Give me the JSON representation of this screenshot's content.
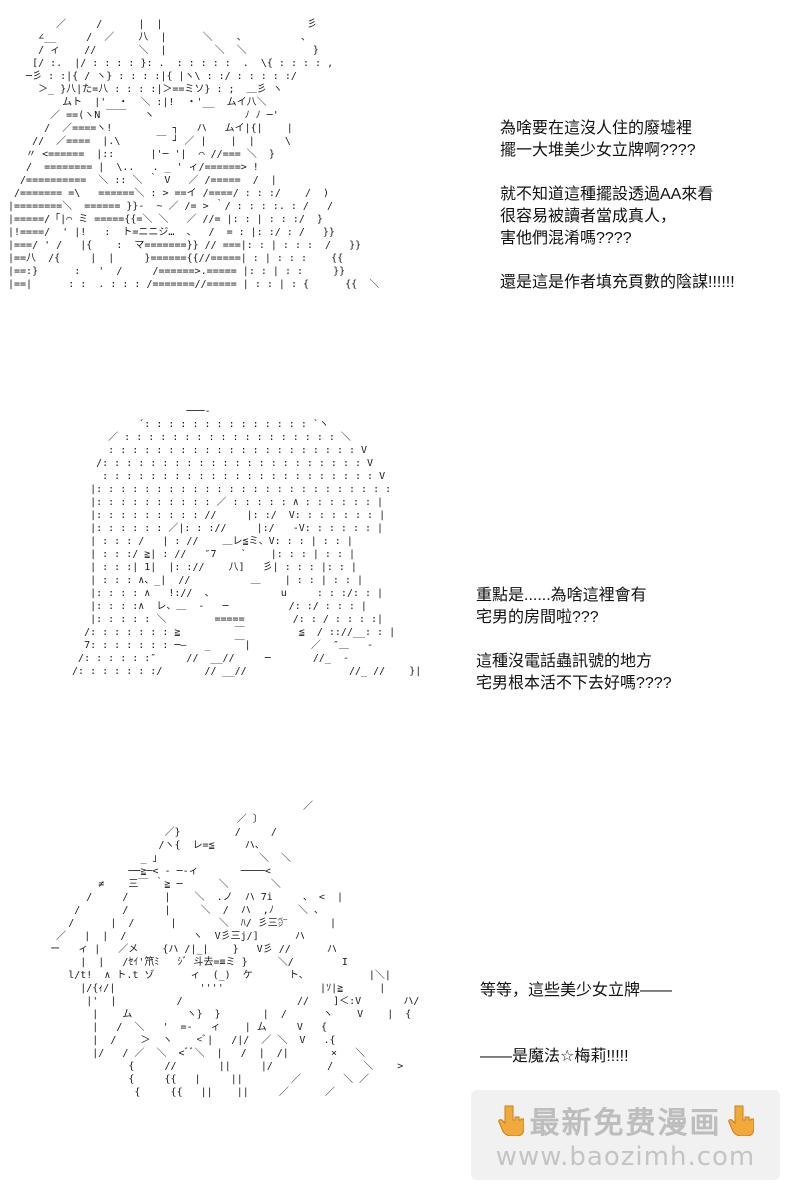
{
  "panels": [
    {
      "art": "        ／     /      |  |                        彡\n     ∠__     /  ／    八  |      ＼    、         、\n     / ィ    //       ＼  |        ＼  ＼           }\n    [/ :.  |/ : : : : }: .  : : : : :  .  \\{ : : : : ,\n   ─彡 : :|{ / ヽ} : : : :|{ |ヽ\\ : :/ : : : : :/\n     ＞_ }八|た=八 : : : :|＞==ミソ} : ;  ＿彡 ヽ\n         ムト  |'  ・  ＼ :|!  ・'__  ムイ八＼\n       ／ ==(ヽN ￣￣   ヽ               ﾉ ﾉ ─'\n      /  ／====ヽ!          ┐   ハ   ムイ|{|    |\n    //  ／====  |.\\      ￣ ┘ ／ |    |  |     \\\n   〃 <======  |::      |'─ '|  ⌒ //=== ＼  }\n   /  ======== |  \\..   . _ ' ィ/======> !\n  /==========  ＼ :: ＼ ｀ V   ／ /=====  /  |\n /======= =\\   ======＼ : > ==イ /====/ : : :/    /  )\n|========＼  ====== }}-  ~ ／ /= > ｀/ : : : :. : /   /\n|=====/「|⌒ ミ ====={{=＼ ＼   ／ //= |: : | : : :/  }\n|!====/  ' |!   :  ト=ニニジ…  、  /  = : |: :/ : /   }}\n|===/ ' /   |{    :  マ=======}} // ===|: : | : : :  /   }}\n|==八  /{     |  |     }======{{//=====| : | : : :    {{\n|==:}      :   '  /     /======>.===== |: : | : :     }}\n|==|      : :  . : : : /=======//===== | : : | : {      {{  ＼",
      "captions": [
        "為啥要在這沒人住的廢墟裡",
        "擺一大堆美少女立牌啊????",
        "",
        "就不知道這種擺設透過AA來看",
        "很容易被讀者當成真人，",
        "害他們混淆嗎????",
        "",
        "還是這是作者填充頁數的陰謀!!!!!!"
      ]
    },
    {
      "art": "                     ───-\n             ´: : : : : : : : : : : : : : `ヽ\n        ／ : : : : : : : : : : : : : : : : : : ＼\n        : : : : : : : : : : : : : : : : : : : : : V\n      /: : : : : : : : : : : : : : : : : : : : : : V\n       : : : : : : : : : : : : : : : : : : : : : : : V\n     |: : : : : : : : : : : : : : : : : : : : : : : : :\n     |: : : : : : : : : : ／ : : : : : ∧ : : : : : : |\n     |: : : : : : : : : //     |: :/  V: : : : : : : |\n     |: : : : : : ／|: : ://     |:/   -V: : : : : : |\n     | : : : /   | : //    ＿レ≦ミ、V: : : | : : |\n     | : : :/ ≧| : //   ″7    `    |: : : | : : |\n     | : : :| 1|  |: ://    八]   彡| : : : |: : |\n     | : : : ∧、_|  //          ＿    | : : | : : |\n     |: : : : ∧   !://  、           u     : : :/: : |\n     |: : : :∧  レ、＿  -   ─          /: :/ : : : |\n     |: : : : : ＼        =====        /: : / : : : :|\n    /: : : : : : : ≧         ￣         ≦  / :://__: : |\n    7: : : : : : : ─—   _    ￣|          ／  ″＿   ‐\n   /: : : : : :″     //  __//     ─       //_  ‐\n  /: : : : : : :/       // __//                 //_ //    }|",
      "captions": [
        "重點是......為啥這裡會有",
        "宅男的房間啦???",
        "",
        "這種沒電話蟲訊號的地方",
        "宅男根本活不下去好嗎????"
      ]
    },
    {
      "art": "                                                 ／\n                                      ／ 〕\n                          ／}         /     /\n                         /ヽ{  レ=≦     ハ、\n                      _ 」                ＼  ＼\n                    ──≧─< ‐ ─-ィ       ────<\n               ≠    三￣ ｀≧ ─      ＼       ＼\n             /     /      |    ＼  .ノ  ハ 7i     、 <  |\n           /       /      |     ＼  /  ハ  ,ﾉ    ＼ 、\n          /      |  /      |       ＼  ﾊ/ 彡三㌻       |\n        ／   |  |  /           ヽ  V彡三j/]      ハ\n       ー   ィ |   ／メ    {ハ /|_|    }   V彡 //      ハ\n            |  |   /ｾｲ'笊ﾐ   ｼﾞ 斗去=≡ミ }     ＼/        I\n          l/t!  ∧ ト.t ゾ      ィ  (_)  ケ      ト、          |＼|\n            |/{ｨ/|              ''''                |ｿ|≧      |\n             |'  |          /                   //    ]＜:V       ハ/\n              |    ム         ヽ}  }       |  /      ヽ    V    |  {\n              |   /  ＼   '  =-   ィ    | ム     V   {\n              |  /    ＞  ヽ    <ﾞ|   /|/  ／ ＼  V   .{\n              |/   / ／  ＼  <ﾞﾞ＼  |   /  |  /|       ×   ＼\n                    {     //       ||     |/         /     ＼    >\n                    {     {{   |     ||        ／       ＼ ／\n                     {     {{   ||    ||     ／      ／",
      "captions": [
        "等等，這些美少女立牌——",
        "",
        "——是魔法☆梅莉!!!!!"
      ]
    }
  ],
  "watermark": {
    "text": "最新免费漫画",
    "url": "www.baozimh.com",
    "icon": "pointing-down-hand-icon",
    "icon_color": "#f2a93b"
  }
}
